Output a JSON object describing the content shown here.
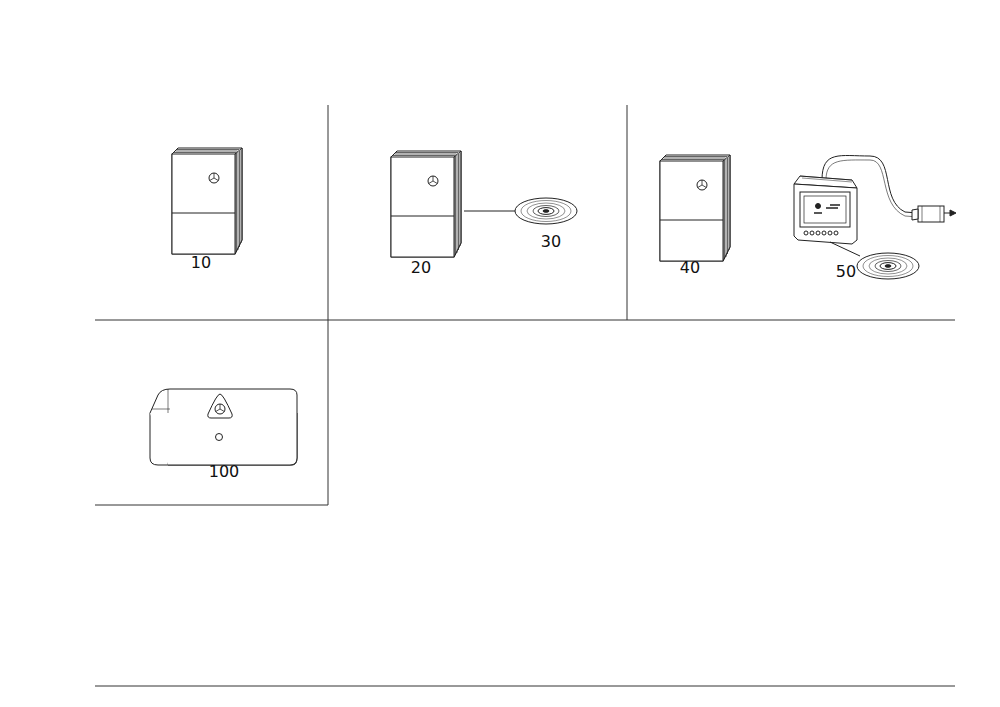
{
  "diagram": {
    "labels": [
      "10",
      "20",
      "30",
      "40",
      "50",
      "100"
    ]
  }
}
